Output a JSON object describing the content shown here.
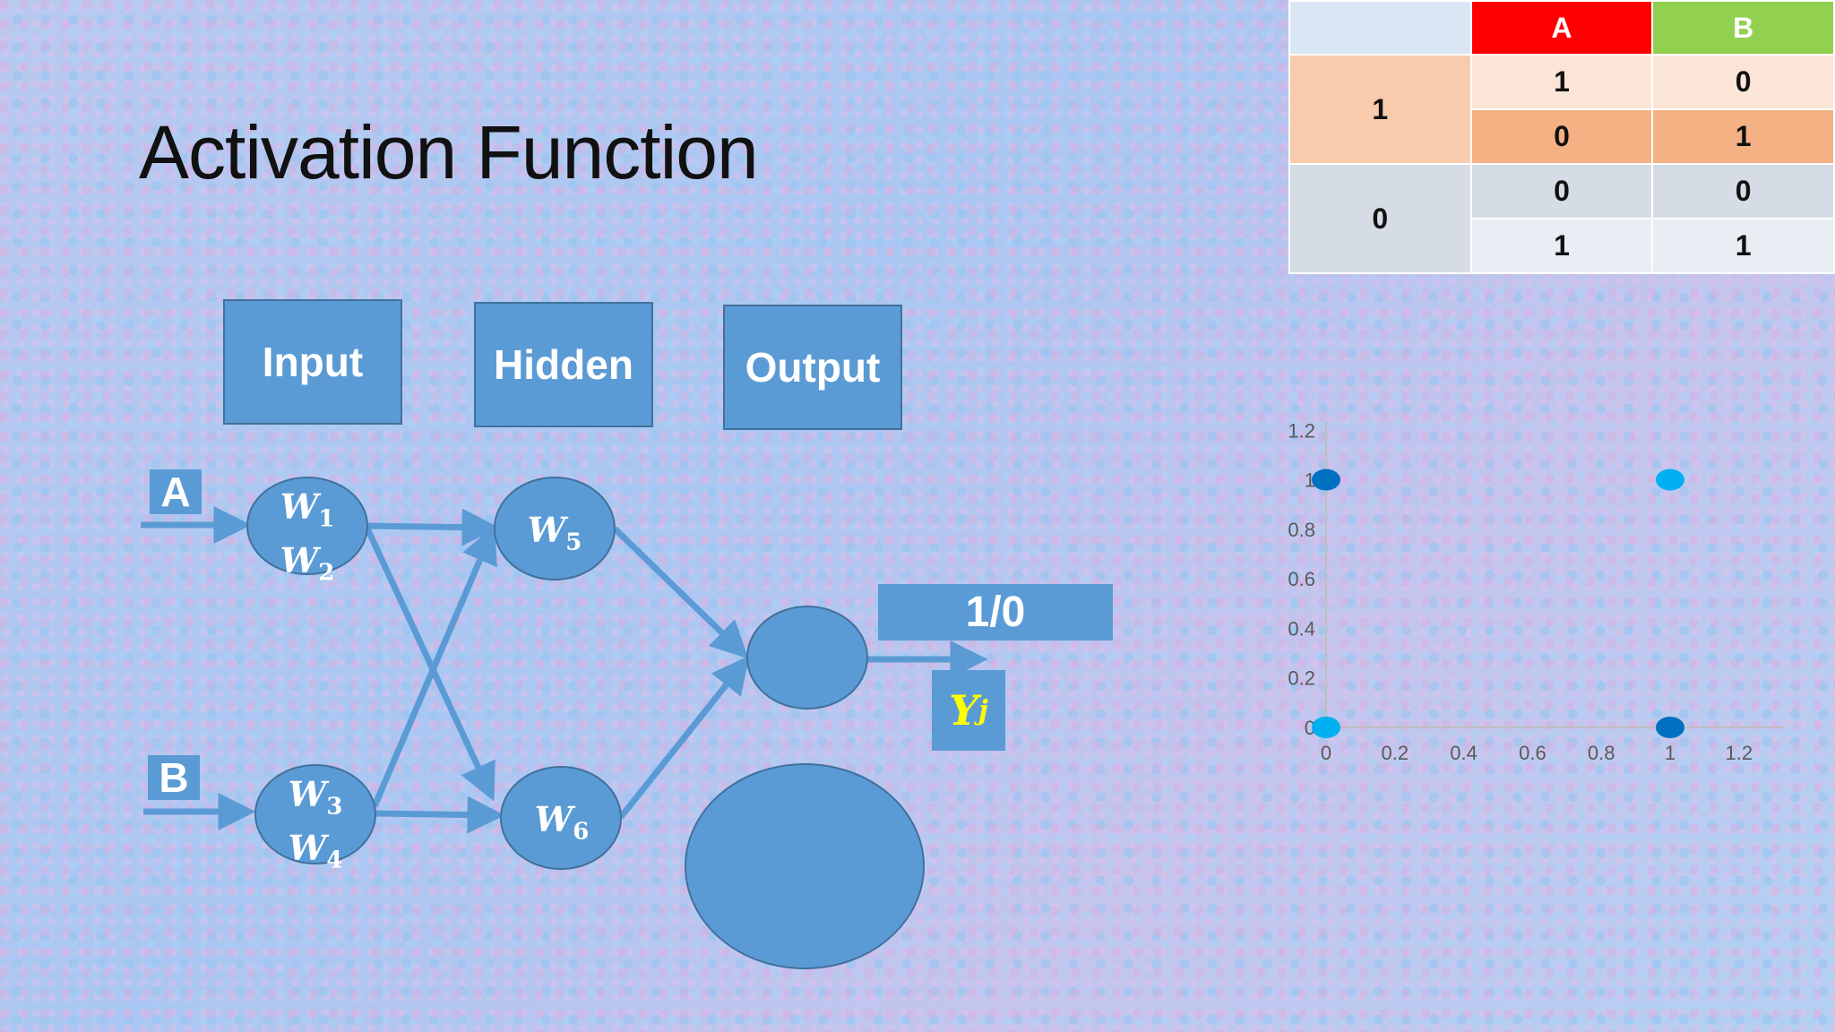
{
  "slide": {
    "title": "Activation Function"
  },
  "layers": {
    "input": "Input",
    "hidden": "Hidden",
    "output": "Output"
  },
  "inputs": {
    "a": "A",
    "b": "B"
  },
  "nodes": {
    "n1": {
      "w_top": "W",
      "w_top_sub": "1",
      "w_bottom": "W",
      "w_bottom_sub": "2"
    },
    "n2": {
      "w_top": "W",
      "w_top_sub": "3",
      "w_bottom": "W",
      "w_bottom_sub": "4"
    },
    "n3": {
      "w": "W",
      "w_sub": "5"
    },
    "n4": {
      "w": "W",
      "w_sub": "6"
    }
  },
  "output": {
    "value_label": "1/0",
    "y_label": "Y",
    "y_sub": "j"
  },
  "truth_table": {
    "headers": [
      "",
      "A",
      "B"
    ],
    "header_colors": {
      "A": "#ff0000",
      "B": "#92d050"
    },
    "groups": [
      {
        "result": "1",
        "rows": [
          [
            "1",
            "0"
          ],
          [
            "0",
            "1"
          ]
        ]
      },
      {
        "result": "0",
        "rows": [
          [
            "0",
            "0"
          ],
          [
            "1",
            "1"
          ]
        ]
      }
    ]
  },
  "chart_data": {
    "type": "scatter",
    "x_ticks": [
      "0",
      "0.2",
      "0.4",
      "0.6",
      "0.8",
      "1",
      "1.2"
    ],
    "y_ticks": [
      "0",
      "0.2",
      "0.4",
      "0.6",
      "0.8",
      "1",
      "1.2"
    ],
    "xlim": [
      0,
      1.2
    ],
    "ylim": [
      0,
      1.2
    ],
    "grid": false,
    "points": [
      {
        "x": 0,
        "y": 1,
        "color": "#0070c0"
      },
      {
        "x": 1,
        "y": 1,
        "color": "#00b0f0"
      },
      {
        "x": 0,
        "y": 0,
        "color": "#00b0f0"
      },
      {
        "x": 1,
        "y": 0,
        "color": "#0070c0"
      }
    ]
  }
}
